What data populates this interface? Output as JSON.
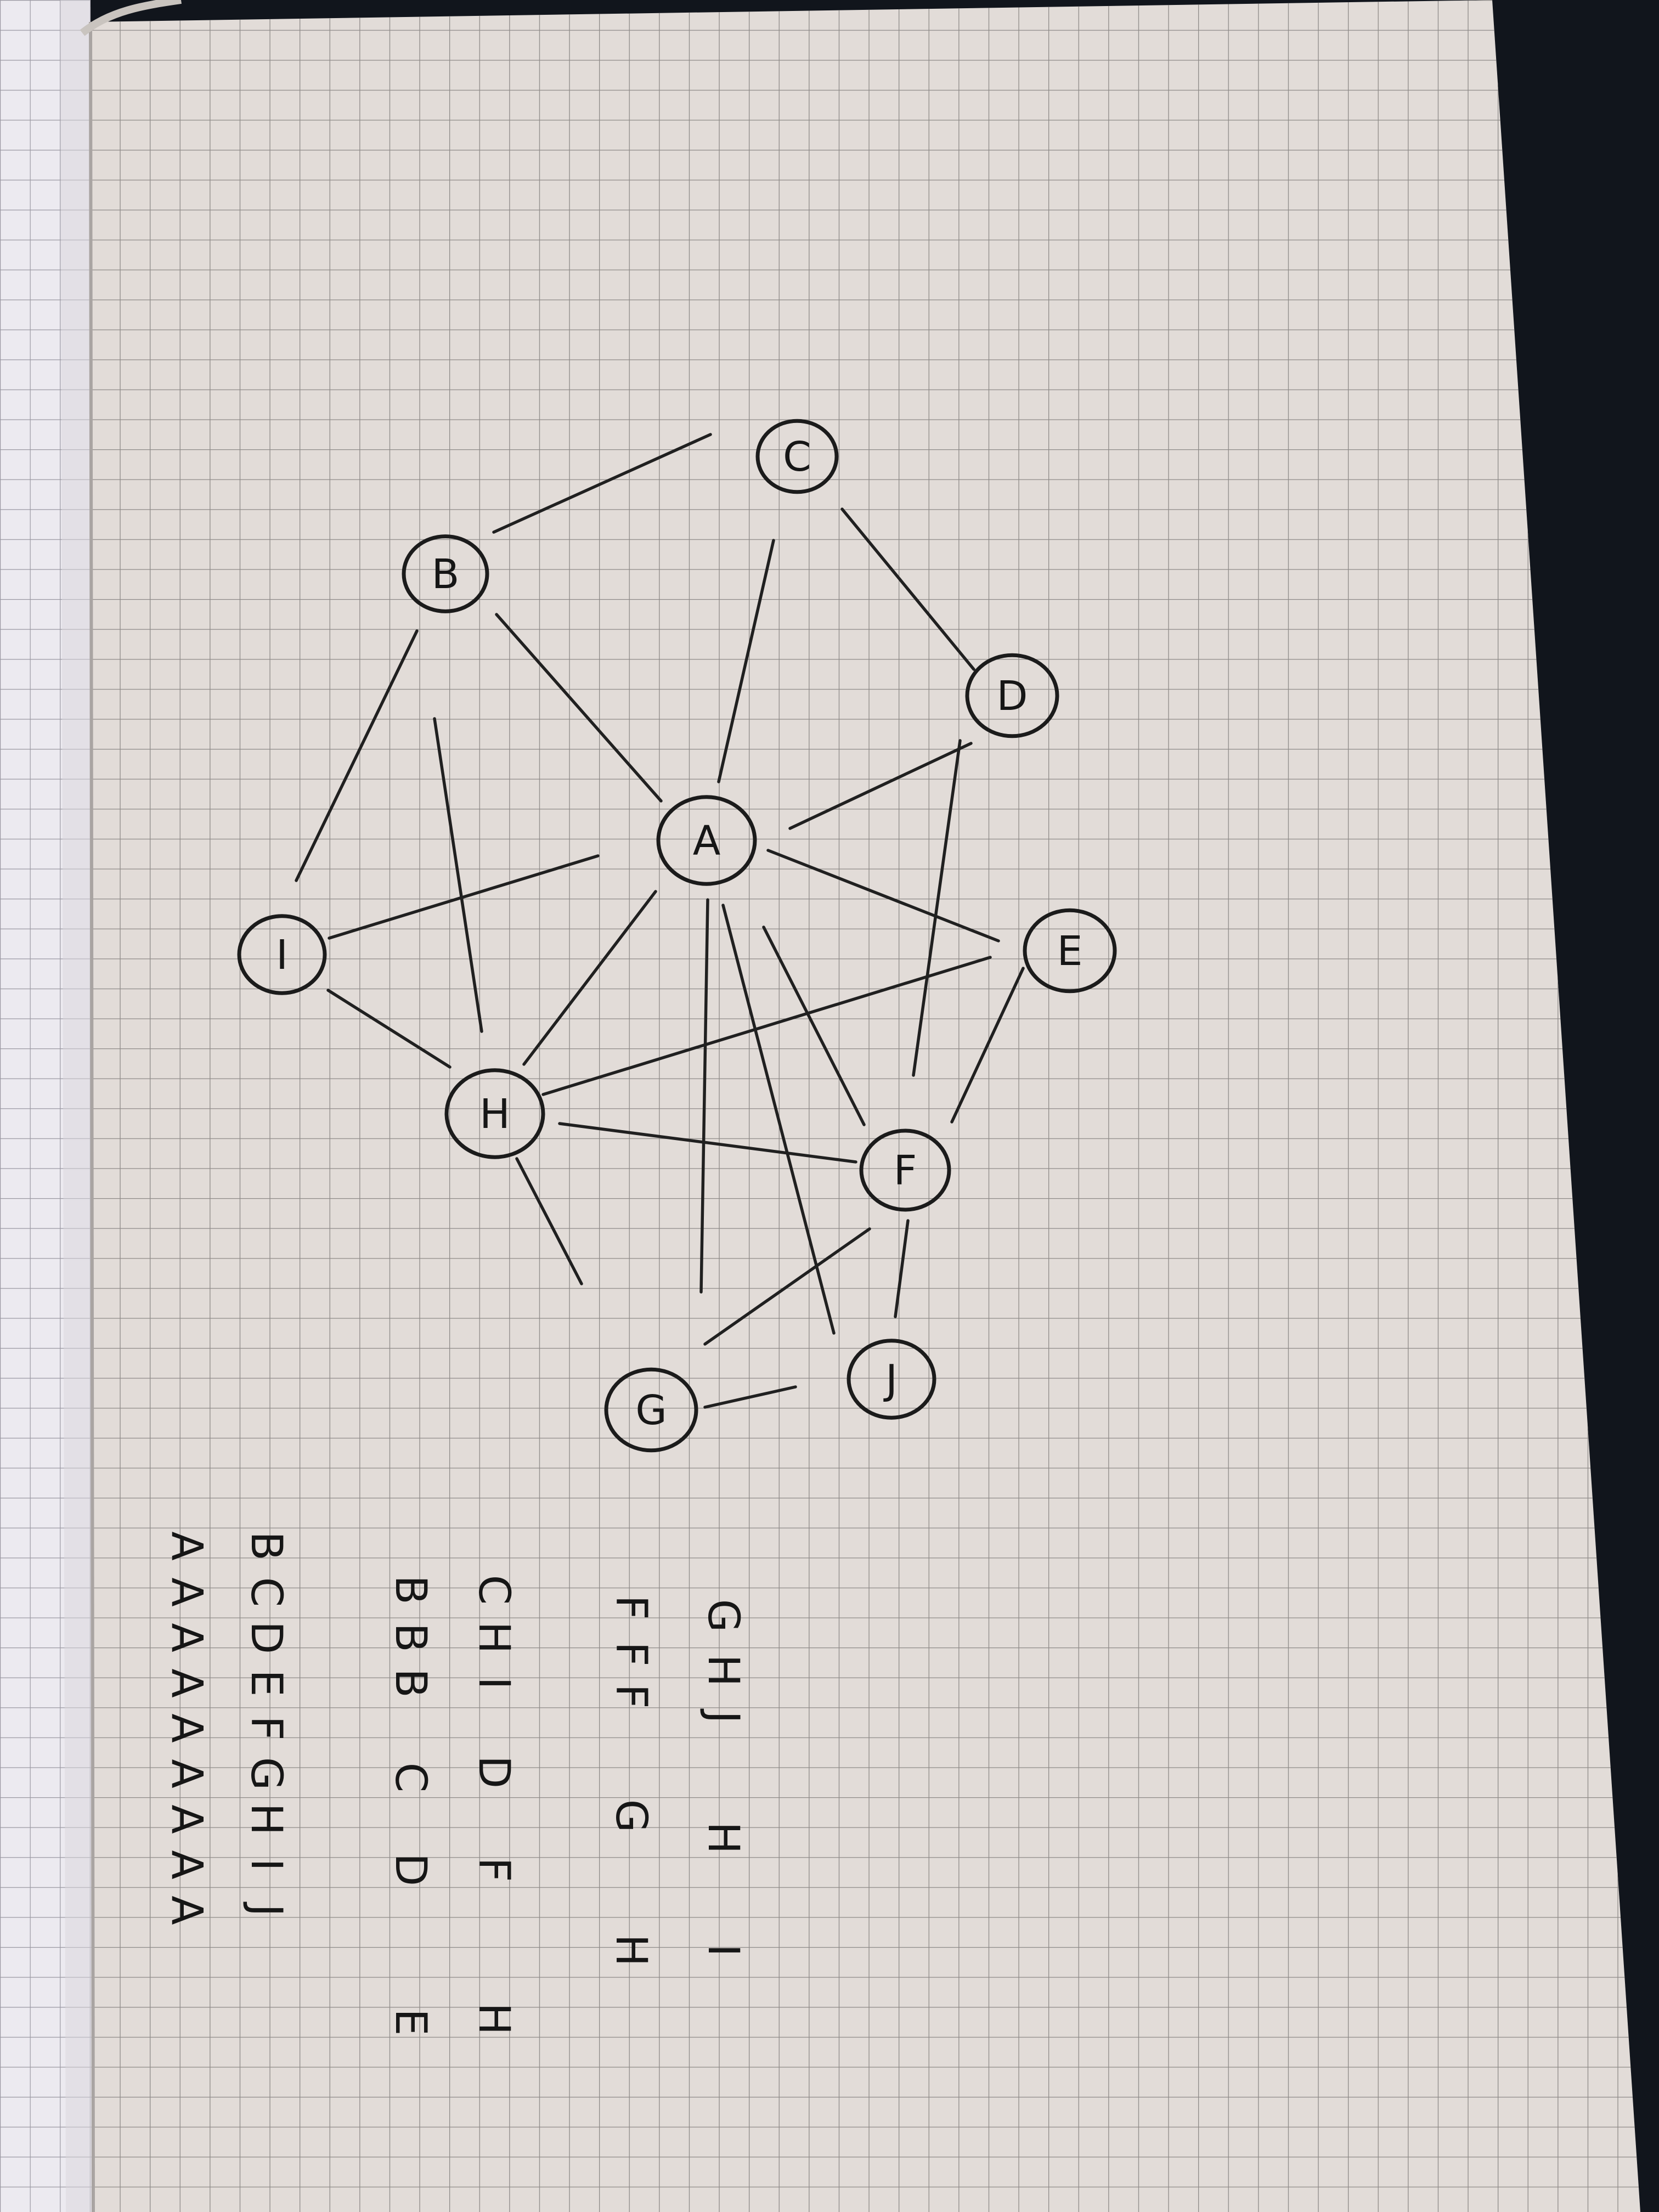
{
  "colors": {
    "paper": "#e2dcd8",
    "grid": "#8e8a88",
    "ink": "#1b1b1b",
    "backdrop": "#11151c",
    "left_page": "#eceaf0"
  },
  "graph": {
    "nodes": [
      {
        "id": "A",
        "label": "A"
      },
      {
        "id": "B",
        "label": "B"
      },
      {
        "id": "C",
        "label": "C"
      },
      {
        "id": "D",
        "label": "D"
      },
      {
        "id": "E",
        "label": "E"
      },
      {
        "id": "F",
        "label": "F"
      },
      {
        "id": "G",
        "label": "G"
      },
      {
        "id": "H",
        "label": "H"
      },
      {
        "id": "I",
        "label": "I"
      },
      {
        "id": "J",
        "label": "J"
      }
    ],
    "edges": [
      [
        "A",
        "B"
      ],
      [
        "A",
        "C"
      ],
      [
        "A",
        "D"
      ],
      [
        "A",
        "E"
      ],
      [
        "A",
        "F"
      ],
      [
        "A",
        "G"
      ],
      [
        "A",
        "H"
      ],
      [
        "A",
        "I"
      ],
      [
        "A",
        "J"
      ],
      [
        "B",
        "C"
      ],
      [
        "B",
        "H"
      ],
      [
        "B",
        "I"
      ],
      [
        "C",
        "D"
      ],
      [
        "D",
        "F"
      ],
      [
        "E",
        "F"
      ],
      [
        "E",
        "H"
      ],
      [
        "F",
        "G"
      ],
      [
        "F",
        "H"
      ],
      [
        "F",
        "J"
      ],
      [
        "G",
        "J"
      ],
      [
        "H",
        "I"
      ],
      [
        "H",
        "J"
      ]
    ]
  },
  "edge_list": {
    "columns": [
      {
        "id": "col1",
        "letters": [
          "A",
          "A",
          "A",
          "A",
          "A",
          "A",
          "A",
          "A",
          "A"
        ]
      },
      {
        "id": "col2",
        "letters": [
          "B",
          "C",
          "D",
          "E",
          "F",
          "G",
          "H",
          "I",
          "J"
        ]
      },
      {
        "id": "col3",
        "letters": [
          "B",
          "B",
          "B",
          "C",
          "D",
          "E"
        ]
      },
      {
        "id": "col4",
        "letters": [
          "C",
          "H",
          "I",
          "D",
          "F",
          "H"
        ]
      },
      {
        "id": "col5",
        "letters": [
          "F",
          "F",
          "F",
          "G",
          "H"
        ]
      },
      {
        "id": "col6",
        "letters": [
          "G",
          "H",
          "J",
          "H",
          "I"
        ]
      }
    ]
  }
}
